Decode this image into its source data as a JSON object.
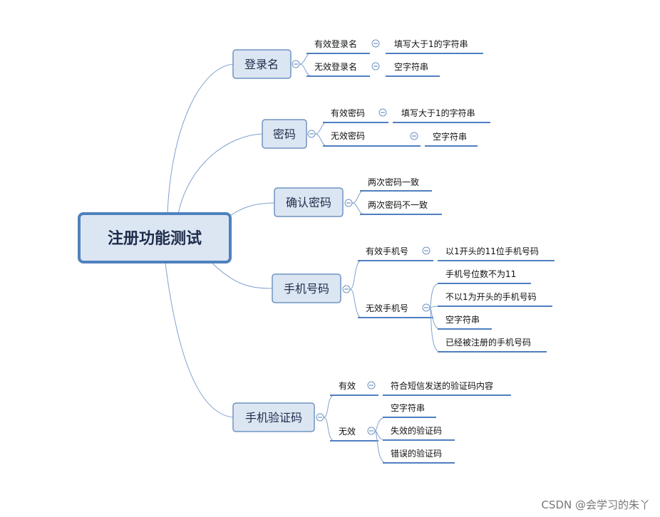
{
  "root": {
    "label": "注册功能测试"
  },
  "branches": [
    {
      "label": "登录名",
      "children": [
        {
          "label": "有效登录名",
          "children": [
            {
              "label": "填写大于1的字符串"
            }
          ]
        },
        {
          "label": "无效登录名",
          "children": [
            {
              "label": "空字符串"
            }
          ]
        }
      ]
    },
    {
      "label": "密码",
      "children": [
        {
          "label": "有效密码",
          "children": [
            {
              "label": "填写大于1的字符串"
            }
          ]
        },
        {
          "label": "无效密码",
          "children": [
            {
              "label": "空字符串"
            }
          ]
        }
      ]
    },
    {
      "label": "确认密码",
      "children": [
        {
          "label": "两次密码一致"
        },
        {
          "label": "两次密码不一致"
        }
      ]
    },
    {
      "label": "手机号码",
      "children": [
        {
          "label": "有效手机号",
          "children": [
            {
              "label": "以1开头的11位手机号码"
            }
          ]
        },
        {
          "label": "无效手机号",
          "children": [
            {
              "label": "手机号位数不为11"
            },
            {
              "label": "不以1为开头的手机号码"
            },
            {
              "label": "空字符串"
            },
            {
              "label": "已经被注册的手机号码"
            }
          ]
        }
      ]
    },
    {
      "label": "手机验证码",
      "children": [
        {
          "label": "有效",
          "children": [
            {
              "label": "符合短信发送的验证码内容"
            }
          ]
        },
        {
          "label": "无效",
          "children": [
            {
              "label": "空字符串"
            },
            {
              "label": "失效的验证码"
            },
            {
              "label": "错误的验证码"
            }
          ]
        }
      ]
    }
  ],
  "watermark": "CSDN @会学习的朱丫"
}
